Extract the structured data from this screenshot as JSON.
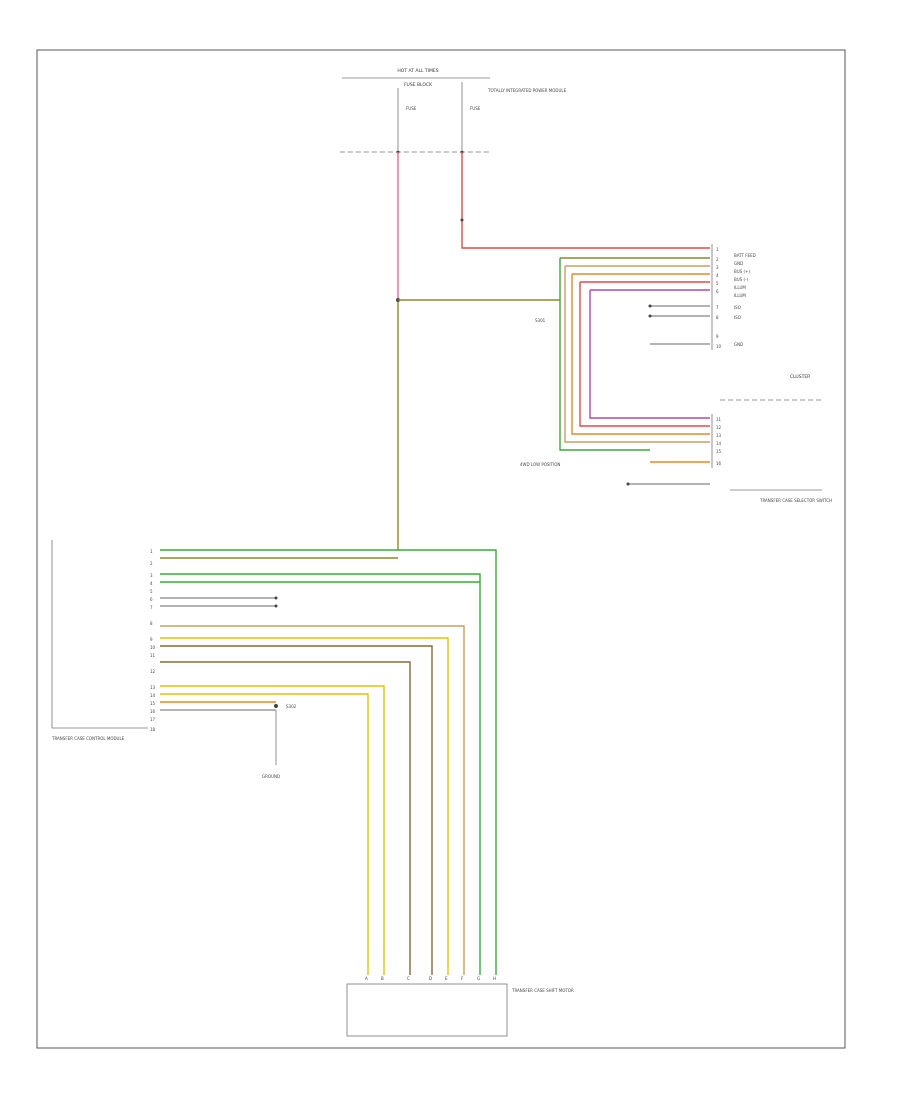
{
  "top": {
    "fuse_block": "HOT AT ALL TIMES",
    "fuse_block_2": "FUSE BLOCK",
    "fuse_1": "FUSE",
    "fuse_2": "FUSE",
    "fuse_note": "TOTALLY INTEGRATED POWER MODULE"
  },
  "cluster": {
    "name": "CLUSTER",
    "wires": [
      "BATT FEED",
      "GND",
      "BUS (+)",
      "BUS (-)",
      "ILLUM",
      "ILLUM",
      "ISO",
      "ISO",
      "",
      ""
    ],
    "pins": [
      "1",
      "2",
      "3",
      "4",
      "5",
      "6",
      "7",
      "8",
      "9",
      "10"
    ],
    "ground_label": "GND",
    "splice_label": "S301",
    "lower_wires": [
      "",
      "",
      "",
      "",
      "",
      ""
    ],
    "lower_pins": [
      "11",
      "12",
      "13",
      "14",
      "15",
      "16"
    ]
  },
  "transfer_switch": {
    "name": "TRANSFER CASE SELECTOR SWITCH",
    "pos_label": "4WD LOW POSITION"
  },
  "module": {
    "name": "TRANSFER CASE CONTROL MODULE",
    "rows": [
      "",
      "",
      "",
      "",
      "",
      "",
      "",
      "",
      "",
      "",
      "",
      "",
      "",
      "",
      ""
    ],
    "pins": [
      "1",
      "2",
      "3",
      "4",
      "5",
      "6",
      "7",
      "8",
      "9",
      "10",
      "11",
      "12",
      "13",
      "14",
      "15",
      "16",
      "17",
      "18"
    ],
    "splice_label": "S302",
    "ground_label": "GROUND"
  },
  "motor": {
    "name": "TRANSFER CASE SHIFT MOTOR",
    "pins": [
      "A",
      "B",
      "C",
      "D",
      "E",
      "F",
      "G",
      "H"
    ]
  },
  "footer": {
    "code": ""
  },
  "colors": {
    "pink": "#f06a8a",
    "red": "#e24a4a",
    "olive": "#8a8a2a",
    "green": "#3aaa3a",
    "yellow": "#e2c400",
    "orange": "#e58a2a",
    "violet": "#b04ab0",
    "tan": "#c8a060",
    "brown": "#8a6a3a",
    "gray": "#9a9a9a"
  }
}
